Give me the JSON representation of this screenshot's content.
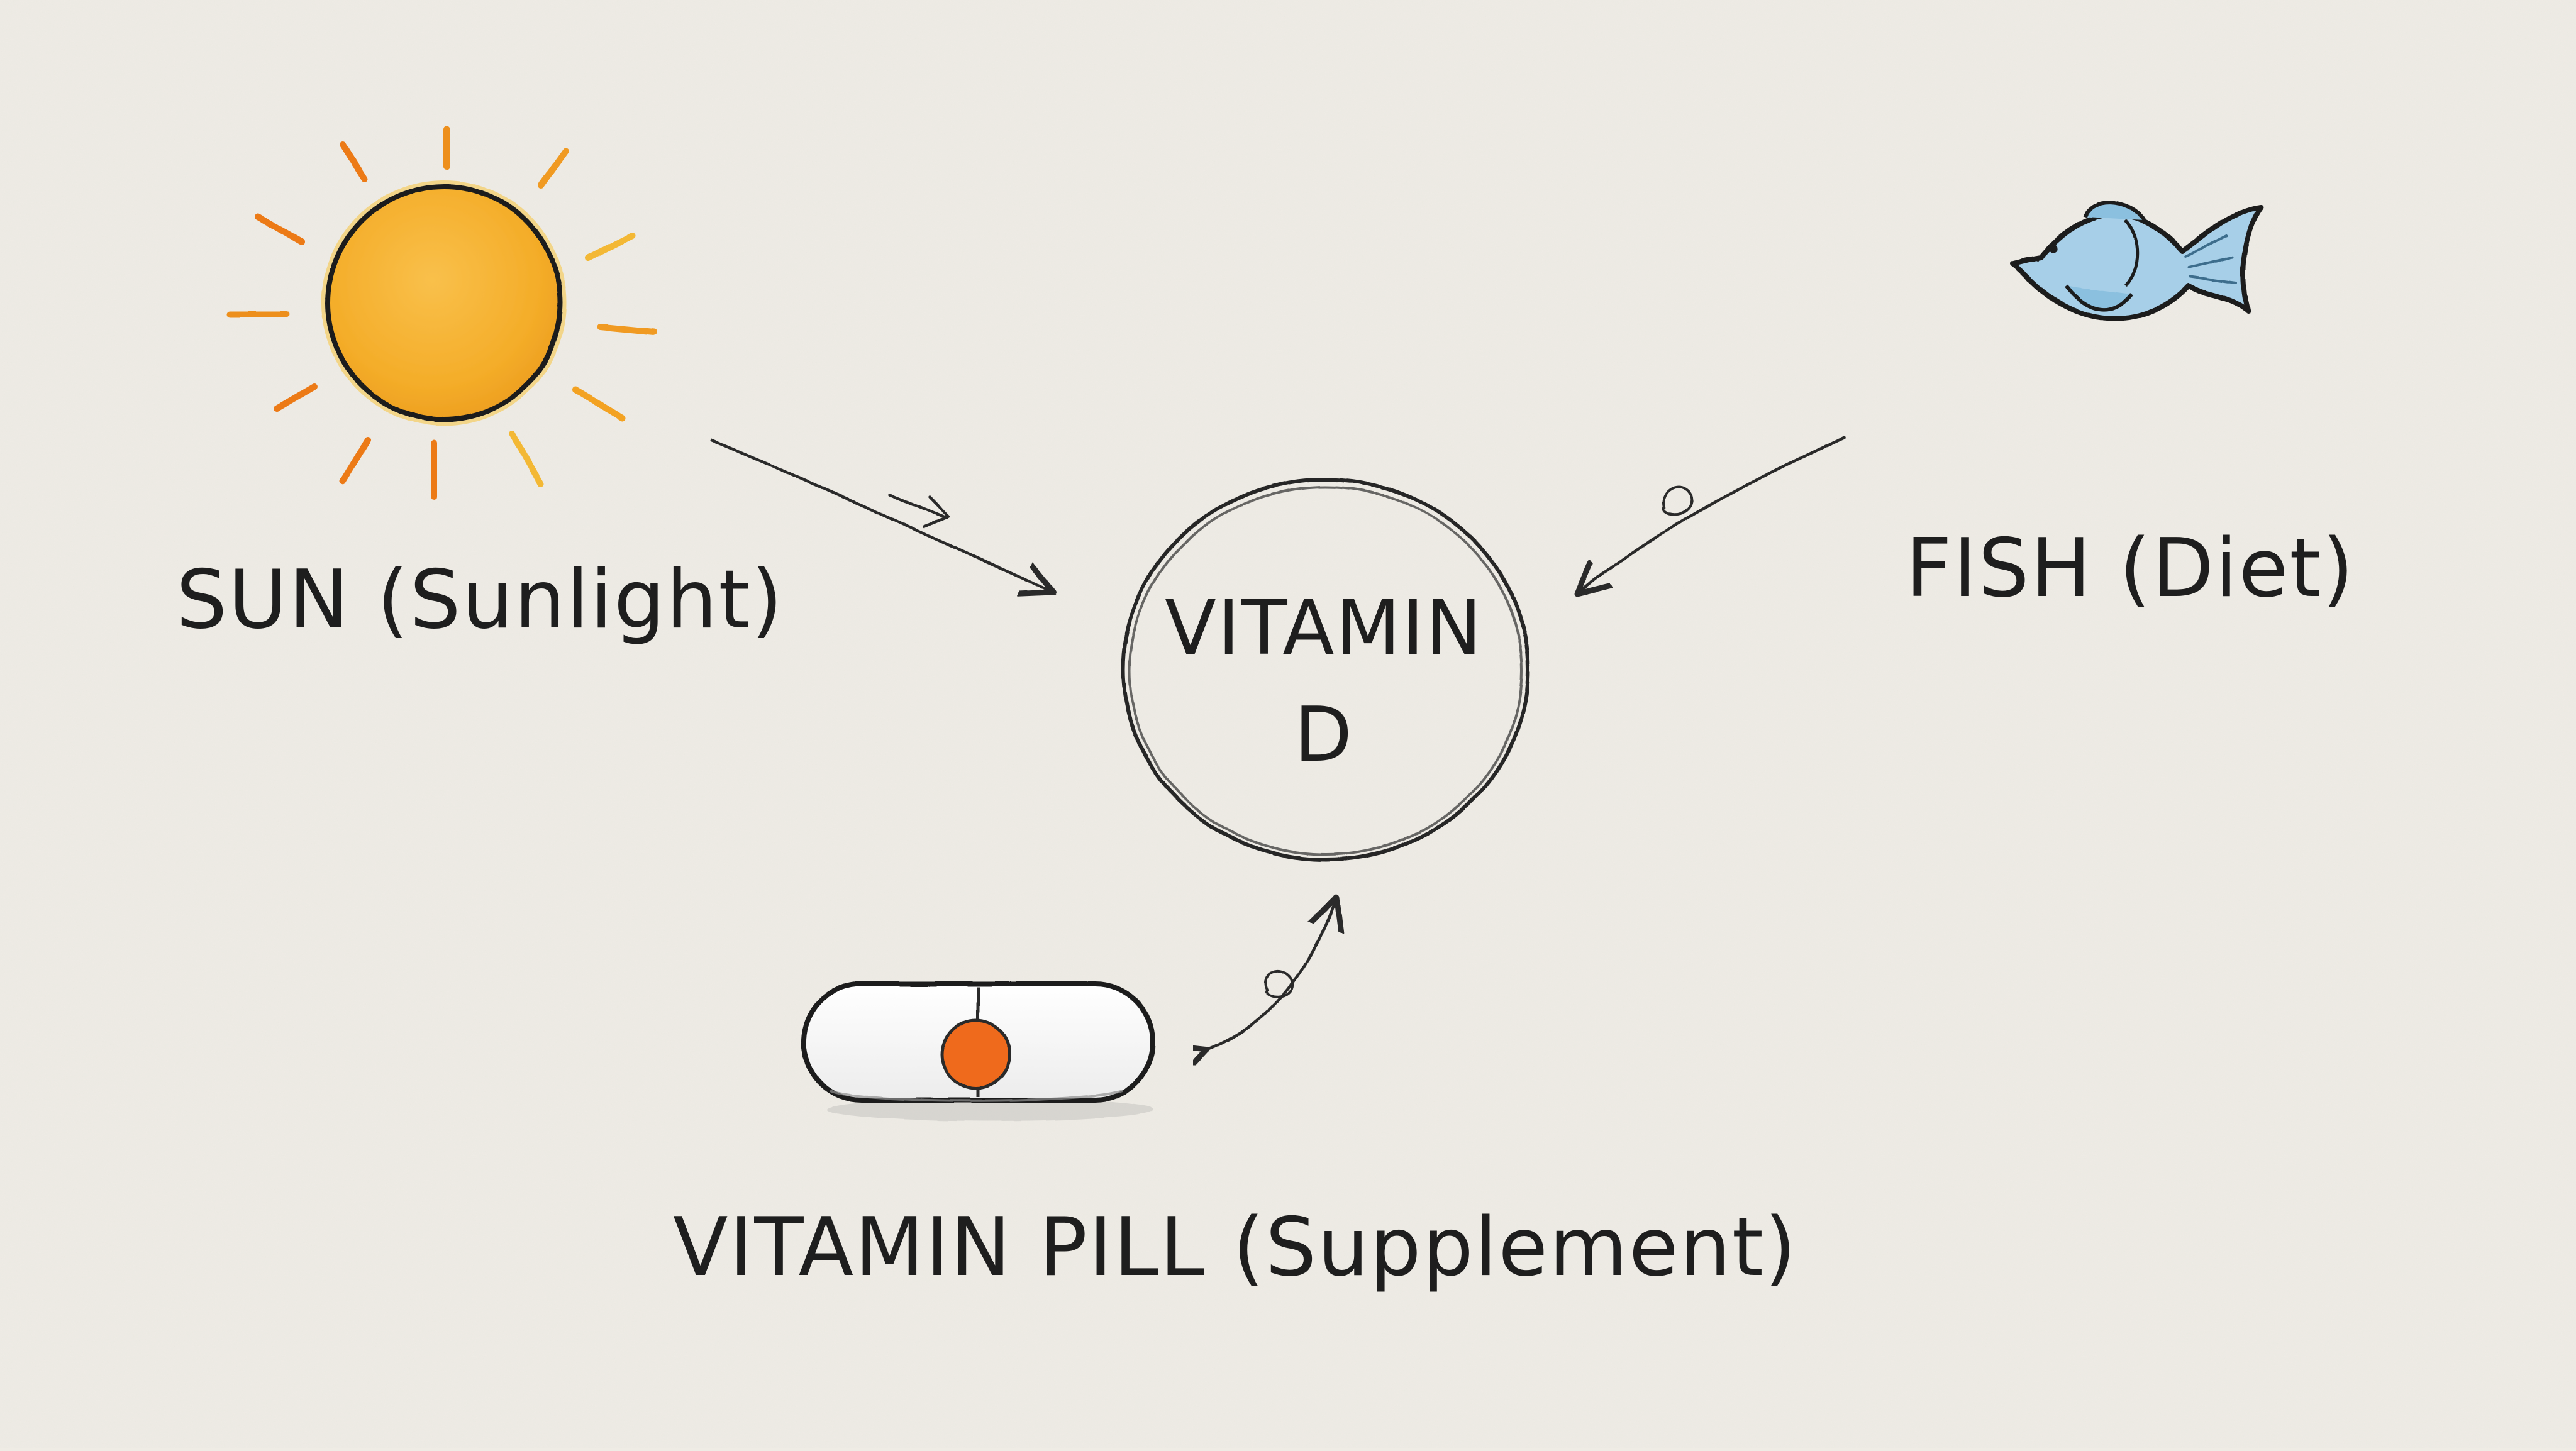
{
  "diagram": {
    "center": {
      "line1": "VITAMIN",
      "line2": "D"
    },
    "sources": {
      "sun": {
        "label": "SUN (Sunlight)",
        "icon": "sun-icon"
      },
      "fish": {
        "label": "FISH (Diet)",
        "icon": "fish-icon"
      },
      "pill": {
        "label": "VITAMIN PILL (Supplement)",
        "icon": "vitamin-pill-icon"
      }
    },
    "colors": {
      "paper": "#efece5",
      "ink": "#1f1f1f",
      "sun_fill": "#f5ad2b",
      "sun_ray": "#ea8f1c",
      "fish_fill": "#a5cde6",
      "pill_center": "#ef6a1b"
    }
  }
}
